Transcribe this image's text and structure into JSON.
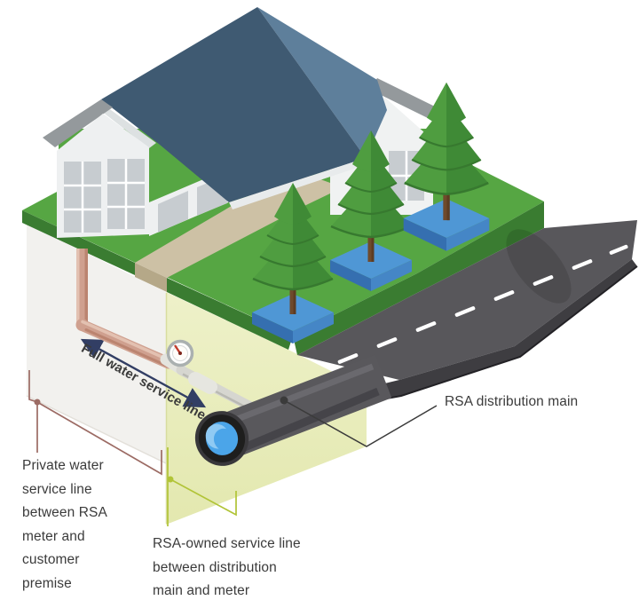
{
  "labels": {
    "full_water_service_line": "Full water service line",
    "rsa_distribution_main": "RSA distribution main",
    "private_service_line": "Private water\nservice line\nbetween RSA\nmeter and\ncustomer\npremise",
    "rsa_owned_service_line": "RSA-owned service line\nbetween distribution\nmain and meter"
  },
  "palette": {
    "grass_top": "#56a643",
    "grass_side": "#3a7c31",
    "walkway": "#cdc1a5",
    "walkway_side": "#b5a888",
    "road": "#58575b",
    "road_side": "#3e3d41",
    "road_dash": "#ffffff",
    "roof_dark": "#3f5a72",
    "roof_light": "#5e7f9b",
    "fascia_gray": "#94999c",
    "wall_white": "#eef0f1",
    "window_gray": "#c7ccd0",
    "underground_private": "#f2f1ee",
    "underground_rsa": "#e8ecbc",
    "pipe_copper": "#cfa08f",
    "pipe_service_gray": "#d6d6d0",
    "distribution_main": "#59585c",
    "water_blue": "#4ba5e9",
    "planter_blue": "#4f97d5",
    "tree_green_light": "#4f9d40",
    "tree_green_dark": "#3f8a36",
    "trunk_brown": "#6f4a2c",
    "arrow_navy": "#323e64",
    "leader_maroon": "#9c6b64",
    "leader_olive": "#b1c437",
    "leader_black": "#3b3b3b",
    "text": "#3b3b3b"
  }
}
